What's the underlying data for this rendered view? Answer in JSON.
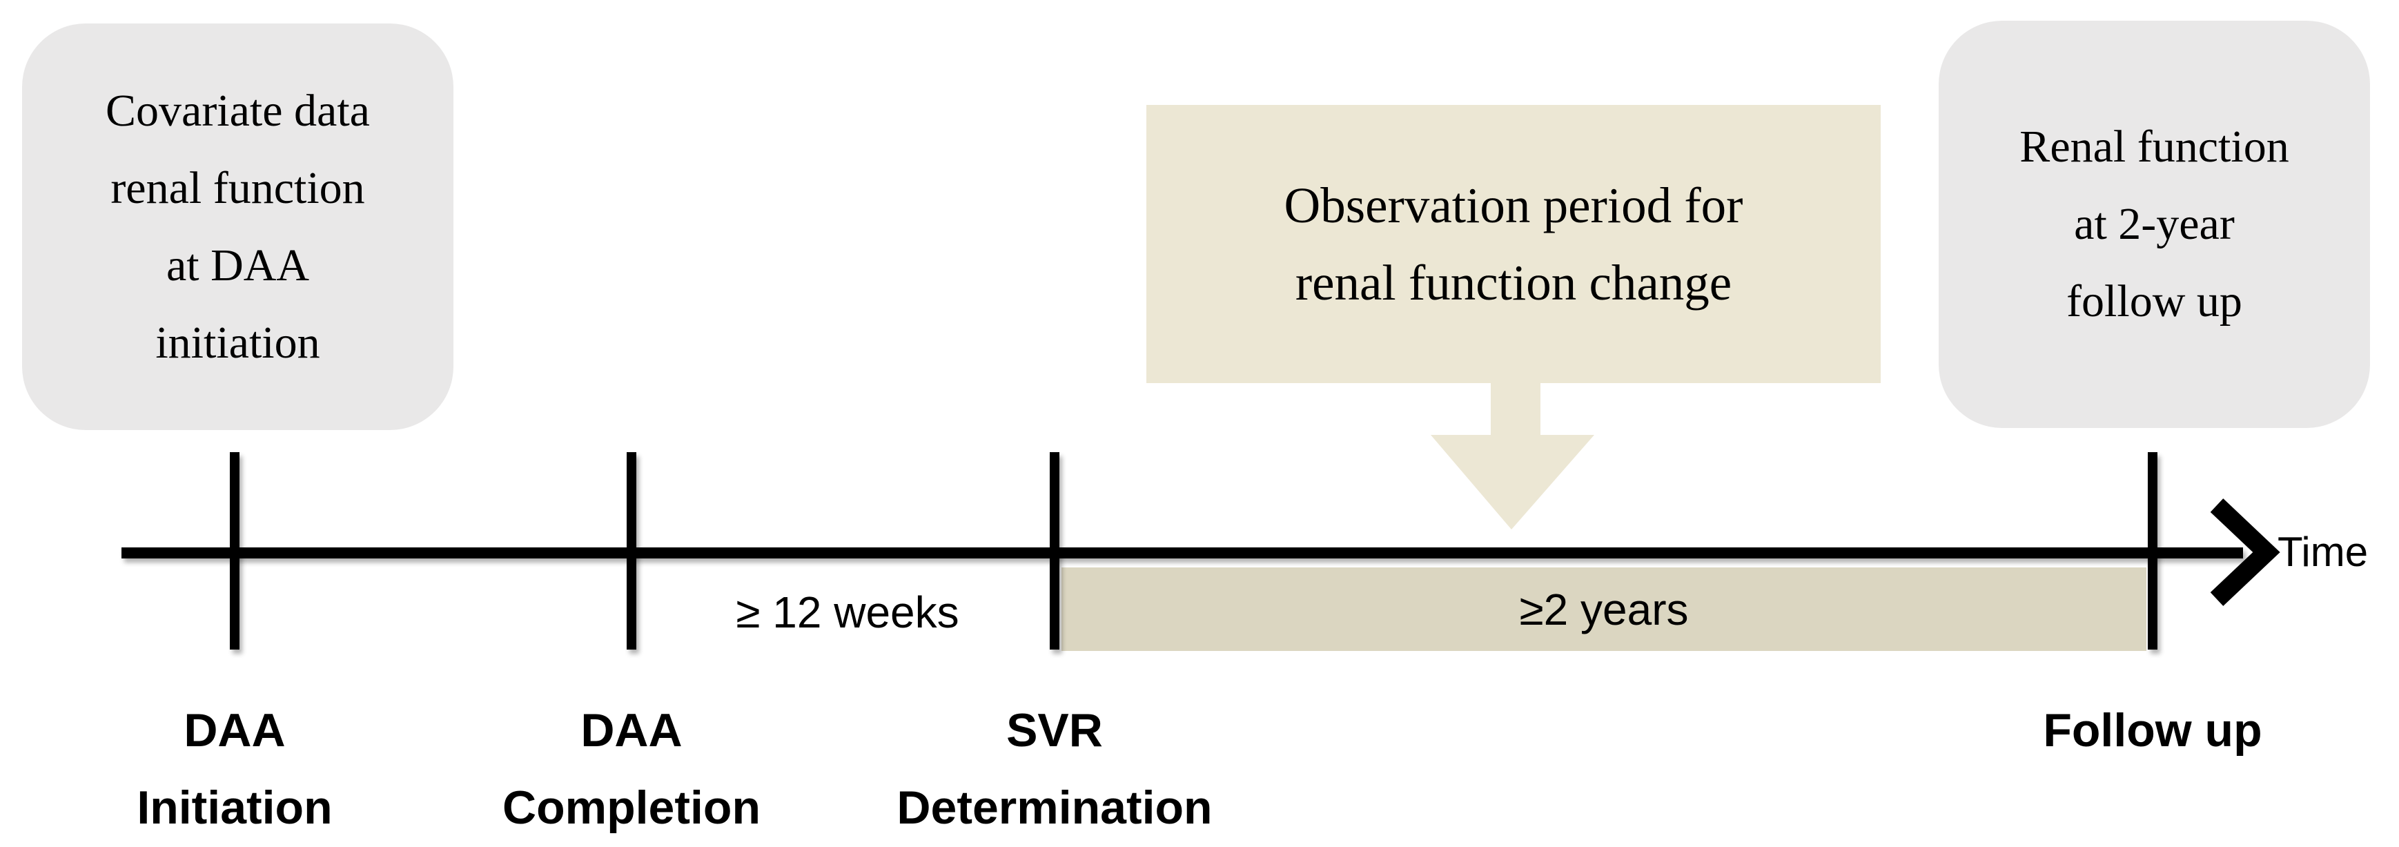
{
  "figure": {
    "title_hint": "DAA treatment and renal function observation timeline",
    "callout_baseline": {
      "lines": [
        "Covariate data",
        "renal function",
        "at DAA",
        "initiation"
      ]
    },
    "callout_observation": {
      "lines": [
        "Observation period for",
        "renal function change"
      ]
    },
    "callout_followup": {
      "lines": [
        "Renal function",
        "at 2-year",
        "follow up"
      ]
    },
    "axis": {
      "label": "Time"
    },
    "events": [
      {
        "lines": [
          "DAA",
          "Initiation"
        ]
      },
      {
        "lines": [
          "DAA",
          "Completion"
        ]
      },
      {
        "lines": [
          "SVR",
          "Determination"
        ]
      },
      {
        "lines": [
          "Follow up"
        ]
      }
    ],
    "intervals": [
      {
        "label": "≥ 12 weeks"
      },
      {
        "label": "≥2 years"
      }
    ],
    "colors": {
      "callout_grey": "#e9e8e8",
      "tan_light": "#ece7d4",
      "tan_band": "#dbd6c1",
      "ink": "#000000"
    }
  }
}
